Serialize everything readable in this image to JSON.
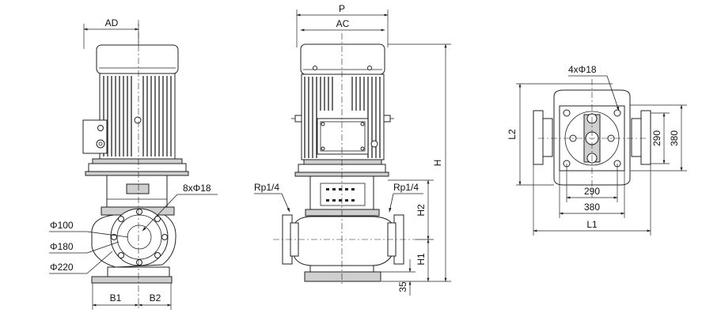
{
  "labels": {
    "ad": "AD",
    "p": "P",
    "ac": "AC",
    "h": "H",
    "h1": "H1",
    "h2": "H2",
    "dim35": "35",
    "b1": "B1",
    "b2": "B2",
    "phi100": "Φ100",
    "phi180": "Φ180",
    "phi220": "Φ220",
    "bolts8": "8xΦ18",
    "rp_left": "Rp1/4",
    "rp_right": "Rp1/4",
    "bolts4": "4xΦ18",
    "l1": "L1",
    "l2": "L2",
    "w290_bottom": "290",
    "w380_bottom": "380",
    "w290_side": "290",
    "w380_side": "380"
  }
}
